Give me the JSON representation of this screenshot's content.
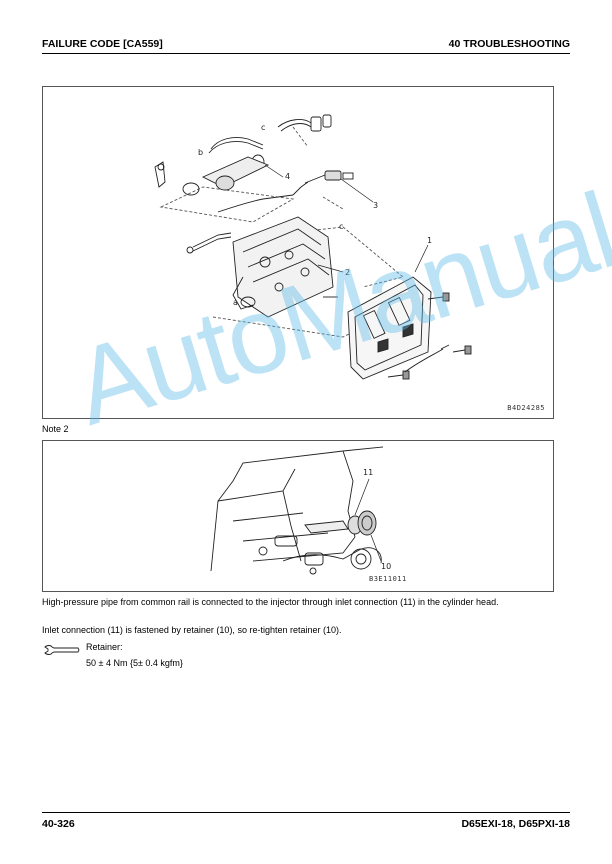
{
  "header": {
    "left": "FAILURE CODE [CA559]",
    "right": "40 TROUBLESHOOTING"
  },
  "figure1": {
    "id": "B4D24285",
    "callouts": [
      "1",
      "2",
      "3",
      "4",
      "a",
      "b",
      "c"
    ]
  },
  "note_label": "Note 2",
  "figure2": {
    "id": "B3E11011",
    "callouts": [
      "11",
      "10"
    ]
  },
  "paragraphs": {
    "p1": "High-pressure pipe from common rail is connected to the injector through inlet connection (11) in the cylinder head.",
    "p2": "Inlet connection (11) is fastened by retainer (10), so re-tighten retainer (10)."
  },
  "spec": {
    "icon": "wrench-icon",
    "label": "Retainer:",
    "value": "50 ± 4 Nm {5± 0.4 kgfm}"
  },
  "footer": {
    "left": "40-326",
    "right": "D65EXI-18, D65PXI-18"
  },
  "watermark": "AutoManual",
  "colors": {
    "watermark": "#5fb9e6",
    "line_art": "#222222"
  }
}
